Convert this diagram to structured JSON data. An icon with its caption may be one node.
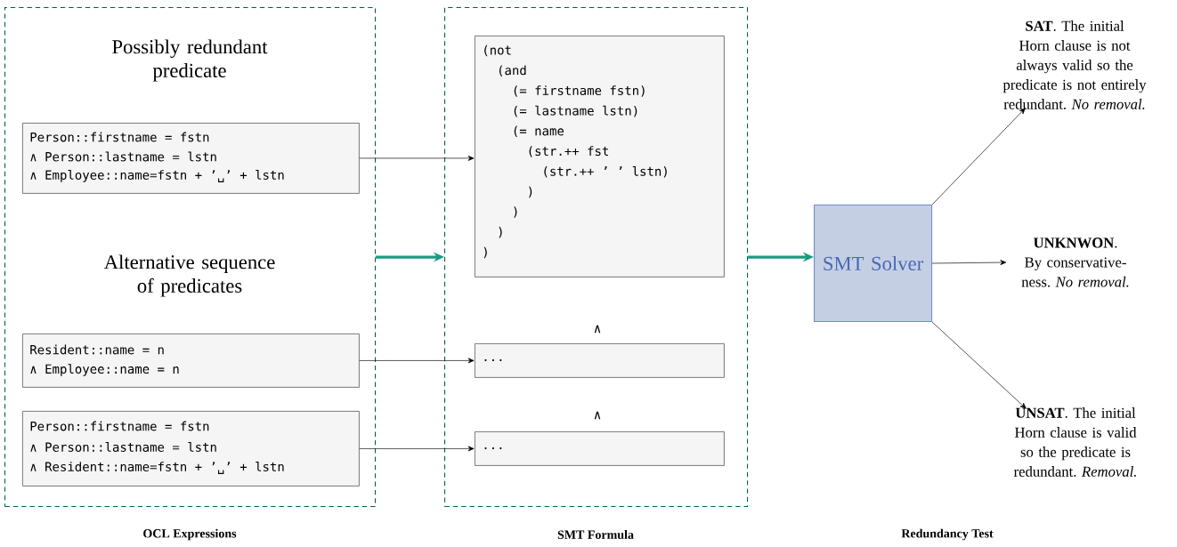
{
  "diagram": {
    "nodes": [
      {
        "text": [
          "OCL Expressions"
        ]
      },
      {
        "text": [
          "Person::firstname = fstn",
          "∧ Person::lastname = lstn",
          "∧ Employee::name=fstn + ’␣’ + lstn"
        ],
        "in": 0
      },
      {
        "text": [
          "Resident::name = n",
          "∧ Employee::name = n"
        ],
        "in": 0
      },
      {
        "text": [
          "Person::firstname = fstn",
          "∧ Person::lastname = lstn",
          "∧ Resident::name=fstn + ’␣’ + lstn"
        ],
        "in": 0
      },
      {
        "text": [
          "SMT Formula"
        ]
      },
      {
        "text": [
          "(not",
          "(and",
          "(= firstname fstn)",
          "(= lastname lstn)",
          "(= name",
          "(str.++ fst",
          "(str.++ ’ ’ lstn)",
          ")",
          ")",
          ")",
          ")"
        ],
        "in": 4
      },
      {
        "text": [
          "..."
        ],
        "in": 4
      },
      {
        "text": [
          "..."
        ],
        "in": 4
      },
      {
        "text": [
          "SMT Solver"
        ]
      },
      {
        "text": [
          "**SAT**. The initial Horn clause is not always valid so the predicate is not entirely redundant. *No removal.*"
        ]
      },
      {
        "text": [
          "**UNKNWON**. By conservative- ness. *No removal.*"
        ]
      },
      {
        "text": [
          "**UNSAT**. The initial Horn clause is valid so the predicate is redundant. *Removal.*"
        ]
      }
    ],
    "edges": [
      {
        "from": 0,
        "to": 4,
        "arrow": "to",
        "style": "thick",
        "color": "#1a9a80"
      },
      {
        "from": 1,
        "to": 5,
        "arrow": "to"
      },
      {
        "from": 2,
        "to": 6,
        "arrow": "to"
      },
      {
        "from": 3,
        "to": 7,
        "arrow": "to"
      },
      {
        "from": 4,
        "to": 8,
        "arrow": "to",
        "style": "thick",
        "color": "#1a9a80"
      },
      {
        "from": 8,
        "to": 9,
        "arrow": "to"
      },
      {
        "from": 8,
        "to": 10,
        "arrow": "to"
      },
      {
        "from": 8,
        "to": 11,
        "arrow": "to"
      }
    ],
    "labels": [
      "Possibly redundant predicate",
      "Alternative sequence of predicates",
      "∧",
      "∧",
      "Redundancy Test"
    ]
  }
}
